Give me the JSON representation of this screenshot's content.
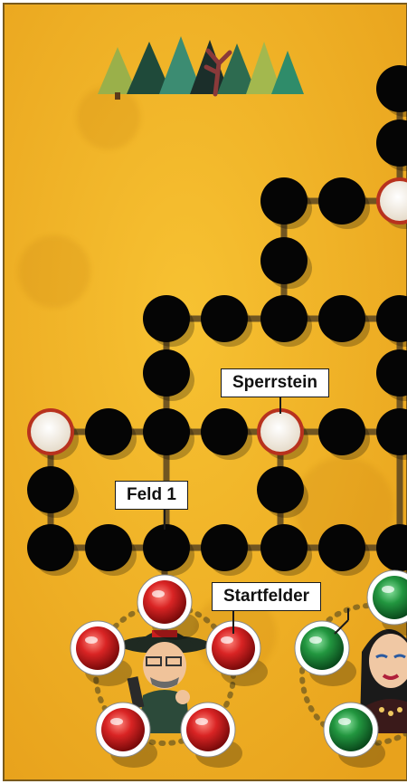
{
  "game": {
    "labels": {
      "blocker": "Sperrstein",
      "field_one": "Feld 1",
      "start_fields": "Startfelder"
    },
    "colors": {
      "board": "#f2b42a",
      "board_dark": "#dc9612",
      "field": "#050505",
      "path": "#5a4520",
      "blocker": "#f3ece0",
      "blocker_rim": "#b8321e",
      "red_piece": "#c81e1e",
      "green_piece": "#1f8a3a"
    },
    "icons": {
      "forest": "pine-trees-icon",
      "red_player": "cowboy-with-gun-icon",
      "green_player": "woman-portrait-icon"
    }
  }
}
